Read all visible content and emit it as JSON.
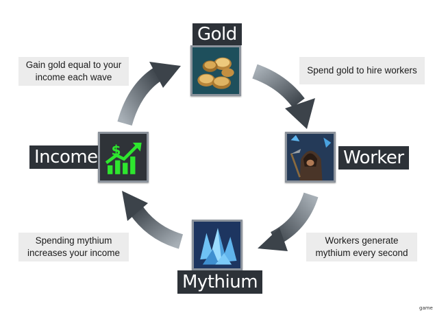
{
  "nodes": {
    "gold": {
      "label": "Gold",
      "icon": "gold-coins-icon"
    },
    "worker": {
      "label": "Worker",
      "icon": "hooded-worker-icon"
    },
    "mythium": {
      "label": "Mythium",
      "icon": "mythium-crystal-icon"
    },
    "income": {
      "label": "Income",
      "icon": "income-chart-icon"
    }
  },
  "descriptions": {
    "gold_to_worker": "Spend gold to hire workers",
    "worker_to_mythium": [
      "Workers generate",
      "mythium every second"
    ],
    "mythium_to_income": [
      "Spending mythium",
      "increases your income"
    ],
    "income_to_gold": [
      "Gain gold equal to your",
      "income each wave"
    ]
  },
  "watermark": "game",
  "colors": {
    "arrow_light": "#9aa3ab",
    "arrow_dark": "#3a4148",
    "label_bg": "#2d3238",
    "desc_bg": "#ececec",
    "income_green": "#2ee62e"
  }
}
